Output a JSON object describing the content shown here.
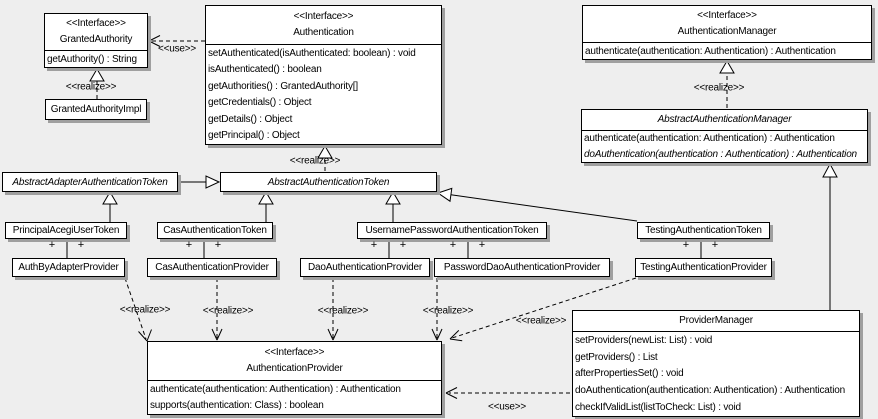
{
  "labels": {
    "use": "<<use>>",
    "realize": "<<realize>>",
    "plus": "+",
    "interface_stereotype": "<<Interface>>"
  },
  "colors": {
    "background": "#eeeeee",
    "box_fill": "#ffffff",
    "line": "#000000",
    "shadow": "#9f9f9f"
  },
  "classes": {
    "granted_authority": {
      "stereotype": "<<Interface>>",
      "name": "GrantedAuthority",
      "methods": [
        "getAuthority() : String"
      ]
    },
    "granted_authority_impl": {
      "name": "GrantedAuthorityImpl"
    },
    "authentication": {
      "stereotype": "<<Interface>>",
      "name": "Authentication",
      "methods": [
        "setAuthenticated(isAuthenticated: boolean) : void",
        "isAuthenticated() : boolean",
        "getAuthorities() : GrantedAuthority[]",
        "getCredentials() : Object",
        "getDetails() : Object",
        "getPrincipal() : Object"
      ]
    },
    "authentication_manager": {
      "stereotype": "<<Interface>>",
      "name": "AuthenticationManager",
      "methods": [
        "authenticate(authentication: Authentication) : Authentication"
      ]
    },
    "abstract_authentication_manager": {
      "name": "AbstractAuthenticationManager",
      "methods": [
        "authenticate(authentication: Authentication) : Authentication",
        "doAuthentication(authentication : Authentication) : Authentication"
      ]
    },
    "abstract_adapter_authentication_token": {
      "name": "AbstractAdapterAuthenticationToken"
    },
    "abstract_authentication_token": {
      "name": "AbstractAuthenticationToken"
    },
    "principal_acegi_user_token": {
      "name": "PrincipalAcegiUserToken"
    },
    "cas_authentication_token": {
      "name": "CasAuthenticationToken"
    },
    "username_password_authentication_token": {
      "name": "UsernamePasswordAuthenticationToken"
    },
    "testing_authentication_token": {
      "name": "TestingAuthenticationToken"
    },
    "auth_by_adapter_provider": {
      "name": "AuthByAdapterProvider"
    },
    "cas_authentication_provider": {
      "name": "CasAuthenticationProvider"
    },
    "dao_authentication_provider": {
      "name": "DaoAuthenticationProvider"
    },
    "password_dao_authentication_provider": {
      "name": "PasswordDaoAuthenticationProvider"
    },
    "testing_authentication_provider": {
      "name": "TestingAuthenticationProvider"
    },
    "authentication_provider": {
      "stereotype": "<<Interface>>",
      "name": "AuthenticationProvider",
      "methods": [
        "authenticate(authentication: Authentication) : Authentication",
        "supports(authentication: Class) : boolean"
      ]
    },
    "provider_manager": {
      "name": "ProviderManager",
      "methods": [
        "setProviders(newList: List) : void",
        "getProviders() : List",
        "afterPropertiesSet() : void",
        "doAuthentication(authentication: Authentication) : Authentication",
        "checkIfValidList(listToCheck: List) : void"
      ]
    }
  },
  "relationships": [
    {
      "type": "use",
      "from": "Authentication",
      "to": "GrantedAuthority",
      "label": "<<use>>"
    },
    {
      "type": "realize",
      "from": "GrantedAuthorityImpl",
      "to": "GrantedAuthority",
      "label": "<<realize>>"
    },
    {
      "type": "realize",
      "from": "AbstractAuthenticationToken",
      "to": "Authentication",
      "label": "<<realize>>"
    },
    {
      "type": "realize",
      "from": "AbstractAuthenticationManager",
      "to": "AuthenticationManager",
      "label": "<<realize>>"
    },
    {
      "type": "generalization",
      "from": "AbstractAdapterAuthenticationToken",
      "to": "AbstractAuthenticationToken"
    },
    {
      "type": "generalization",
      "from": "PrincipalAcegiUserToken",
      "to": "AbstractAdapterAuthenticationToken"
    },
    {
      "type": "generalization",
      "from": "CasAuthenticationToken",
      "to": "AbstractAuthenticationToken"
    },
    {
      "type": "generalization",
      "from": "UsernamePasswordAuthenticationToken",
      "to": "AbstractAuthenticationToken"
    },
    {
      "type": "generalization",
      "from": "TestingAuthenticationToken",
      "to": "AbstractAuthenticationToken"
    },
    {
      "type": "generalization",
      "from": "ProviderManager",
      "to": "AbstractAuthenticationManager"
    },
    {
      "type": "association",
      "from": "PrincipalAcegiUserToken",
      "to": "AuthByAdapterProvider",
      "end_labels": [
        "+",
        "+"
      ]
    },
    {
      "type": "association",
      "from": "CasAuthenticationToken",
      "to": "CasAuthenticationProvider",
      "end_labels": [
        "+",
        "+"
      ]
    },
    {
      "type": "association",
      "from": "UsernamePasswordAuthenticationToken",
      "to": "DaoAuthenticationProvider",
      "end_labels": [
        "+",
        "+"
      ]
    },
    {
      "type": "association",
      "from": "UsernamePasswordAuthenticationToken",
      "to": "PasswordDaoAuthenticationProvider",
      "end_labels": [
        "+",
        "+"
      ]
    },
    {
      "type": "association",
      "from": "TestingAuthenticationToken",
      "to": "TestingAuthenticationProvider",
      "end_labels": [
        "+",
        "+"
      ]
    },
    {
      "type": "realize",
      "from": "AuthByAdapterProvider",
      "to": "AuthenticationProvider",
      "label": "<<realize>>"
    },
    {
      "type": "realize",
      "from": "CasAuthenticationProvider",
      "to": "AuthenticationProvider",
      "label": "<<realize>>"
    },
    {
      "type": "realize",
      "from": "DaoAuthenticationProvider",
      "to": "AuthenticationProvider",
      "label": "<<realize>>"
    },
    {
      "type": "realize",
      "from": "PasswordDaoAuthenticationProvider",
      "to": "AuthenticationProvider",
      "label": "<<realize>>"
    },
    {
      "type": "realize",
      "from": "TestingAuthenticationProvider",
      "to": "AuthenticationProvider",
      "label": "<<realize>>"
    },
    {
      "type": "use",
      "from": "ProviderManager",
      "to": "AuthenticationProvider",
      "label": "<<use>>"
    }
  ]
}
